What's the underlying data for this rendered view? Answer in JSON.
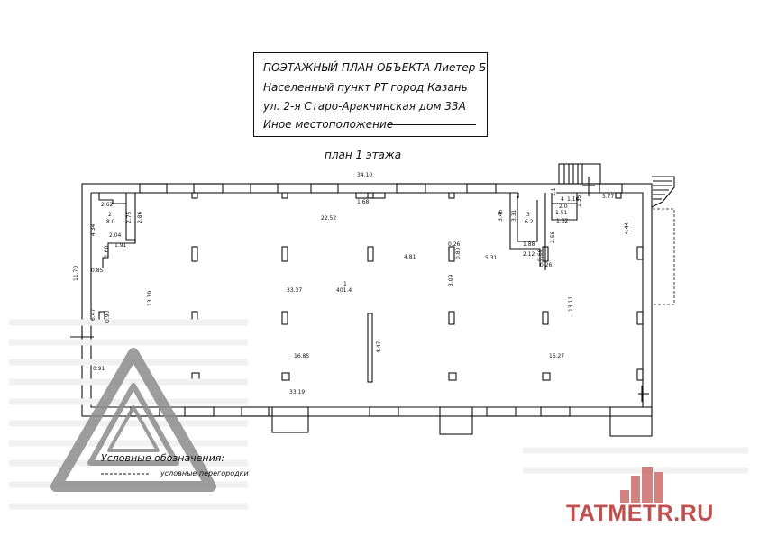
{
  "header": {
    "line1": "ПОЭТАЖНЫЙ ПЛАН ОБЪЕКТА Лиетер Б",
    "line2": "Населенный пункт  РТ    город Казань",
    "line3": "ул. 2-я Старо-Аракчинская дом 33А",
    "line4": "Иное местоположение"
  },
  "plan_title": "план 1 этажа",
  "dimensions": {
    "d_34_10": "34.10",
    "d_1_68": "1.68",
    "d_22_52": "22.52",
    "d_2_62": "2.62",
    "room2_num": "2",
    "room2_area": "8.0",
    "d_4_34": "4.34",
    "d_2_75": "2.75",
    "d_2_86": "2.86",
    "d_2_04": "2.04",
    "d_1_60": "1.60",
    "d_1_91": "1.91",
    "d_0_85": "0.85",
    "d_11_70": "11.70",
    "d_13_19": "13.19",
    "d_6_47": "6.47",
    "d_0_90": "0.90",
    "d_0_91": "0.91",
    "d_33_37": "33.37",
    "room1_num": "1",
    "room1_area": "401.4",
    "d_4_81": "4.81",
    "d_0_26a": "0.26",
    "d_0_80": "0.80",
    "d_5_31": "5.31",
    "d_3_09": "3.09",
    "d_4_47": "4.47",
    "d_16_85": "16.85",
    "d_33_19": "33.19",
    "d_16_27": "16.27",
    "d_13_11": "13.11",
    "d_3_46": "3.46",
    "d_3_31": "3.31",
    "room3_num": "3",
    "room3_area": "6.2",
    "d_1_88": "1.88",
    "d_2_12": "2.12",
    "d_2_58": "2.58",
    "d_0_26b": "0.26",
    "d_0_66": "0.66",
    "room4_num": "4",
    "d_1_16": "1.16",
    "room4_area": "2.0",
    "d_1_51": "1.51",
    "d_1_62": "1.62",
    "d_3_77": "3.77",
    "d_4_44": "4.44",
    "d_1_35": "1.35",
    "d_1_1": "1.1"
  },
  "legend": {
    "title": "Условные обозначения:",
    "partitions": "условные перегородки"
  },
  "watermark": {
    "brand": "TATMETR.RU",
    "brand_color": "#c0504d",
    "logo_color": "#9e9e9e",
    "logo_icon": "triangle-logo-icon",
    "building_icon": "building-logo-icon"
  }
}
